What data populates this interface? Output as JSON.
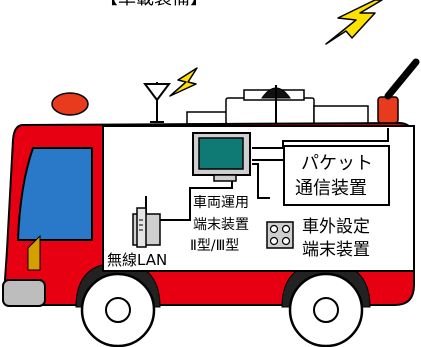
{
  "header_fragment": "【車載装備】",
  "labels": {
    "terminal": [
      "車両運用",
      "端末装置",
      "Ⅱ型/Ⅲ型"
    ],
    "packet": [
      "パケット",
      "通信装置"
    ],
    "external": [
      "車外設定",
      "端末装置"
    ],
    "wlan": "無線LAN"
  },
  "colors": {
    "truck_red": "#e60012",
    "window_blue": "#2a78c8",
    "lightning_yellow": "#ffe100",
    "panel_gray": "#cfcfcf",
    "screen_green": "#0f7a74",
    "beacon_red": "#e83a1c"
  },
  "icons": [
    "lightning-bolt-icon",
    "antenna-icon",
    "monitor-icon",
    "wireless-lan-access-point-icon",
    "external-terminal-icon",
    "packet-antenna-icon",
    "beacon-light-icon",
    "wheel-icon"
  ]
}
